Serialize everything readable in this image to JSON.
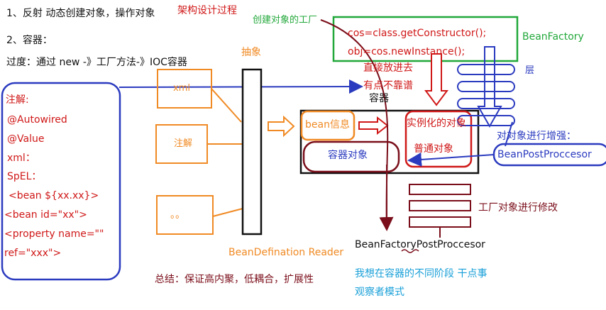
{
  "intro": {
    "line1": "1、反射 动态创建对象，操作对象",
    "line2": "2、容器：",
    "line3": "过度：通过 new -》工厂方法-》IOC容器"
  },
  "top_title": "架构设计过程",
  "factory_label": "创建对象的工厂",
  "code": {
    "line1": "cos=class.getConstructor();",
    "line2": "obj=cos.newInstance();"
  },
  "bean_factory": "BeanFactory",
  "layer_label": "层",
  "abstract_label": "抽象",
  "direct_put": "直接放进去",
  "unreliable": "有点不靠谱",
  "container_label": "容器",
  "config_sources": {
    "xml": "xml",
    "annotation": "注解",
    "dots": "。。"
  },
  "left_panel": {
    "title": "注解:",
    "autowired": "@Autowired",
    "value": "@Value",
    "xml": "xml：",
    "spel": "SpEL：",
    "bean_expr": "<bean ${xx.xx}>",
    "bean_id": "<bean id=\"xx\">",
    "property": "<property name=\"\"",
    "ref": "ref=\"xxx\">"
  },
  "bean_info": "bean信息",
  "instantiate": "实例化的对象",
  "normal_object": "普通对象",
  "container_object": "容器对象",
  "enhance_label": "对对象进行增强：",
  "bean_post_processor": "BeanPostProccesor",
  "factory_modify": "工厂对象进行修改",
  "bean_factory_post_processor": "BeanFactoryPostProccesor",
  "reader_label": "BeanDefination Reader",
  "summary": "总结：保证高内聚，低耦合，扩展性",
  "want_do": "我想在容器的不同阶段 干点事",
  "observer": "观察者模式",
  "colors": {
    "red": "#d01818",
    "green": "#22a83a",
    "orange": "#f08a24",
    "blue": "#2b3bbf",
    "dark_red": "#7a0e1a",
    "cyan": "#1aa0d8"
  }
}
